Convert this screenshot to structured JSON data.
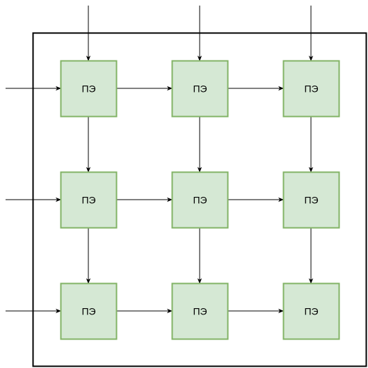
{
  "diagram": {
    "cell_label": "ПЭ",
    "rows": 3,
    "cols": 3,
    "colors": {
      "cell_fill": "#d5e8d4",
      "cell_stroke": "#82b366",
      "line": "#000000",
      "frame": "#000000"
    }
  }
}
